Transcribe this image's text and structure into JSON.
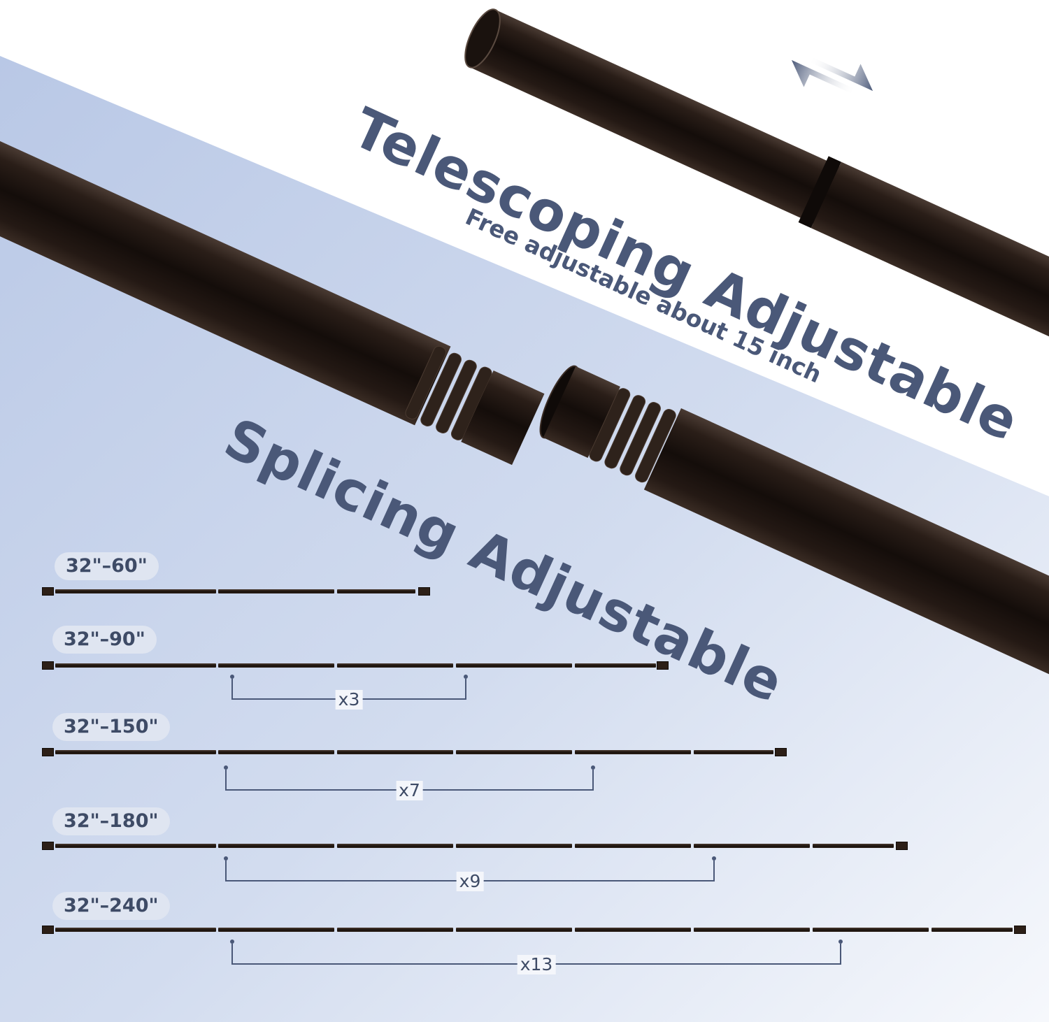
{
  "telescoping": {
    "title": "Telescoping  Adjustable",
    "subtitle": "Free adjustable about 15 inch"
  },
  "splicing": {
    "title": "Splicing Adjustable"
  },
  "colors": {
    "rod": "#1f1612",
    "text": "#4a5878",
    "band": "#c3d0ea",
    "label_bg": "#dfe5f1"
  },
  "configs": [
    {
      "range": "32\"–60\"",
      "multiplier": ""
    },
    {
      "range": "32\"–90\"",
      "multiplier": "x3"
    },
    {
      "range": "32\"–150\"",
      "multiplier": "x7"
    },
    {
      "range": "32\"–180\"",
      "multiplier": "x9"
    },
    {
      "range": "32\"–240\"",
      "multiplier": "x13"
    }
  ]
}
